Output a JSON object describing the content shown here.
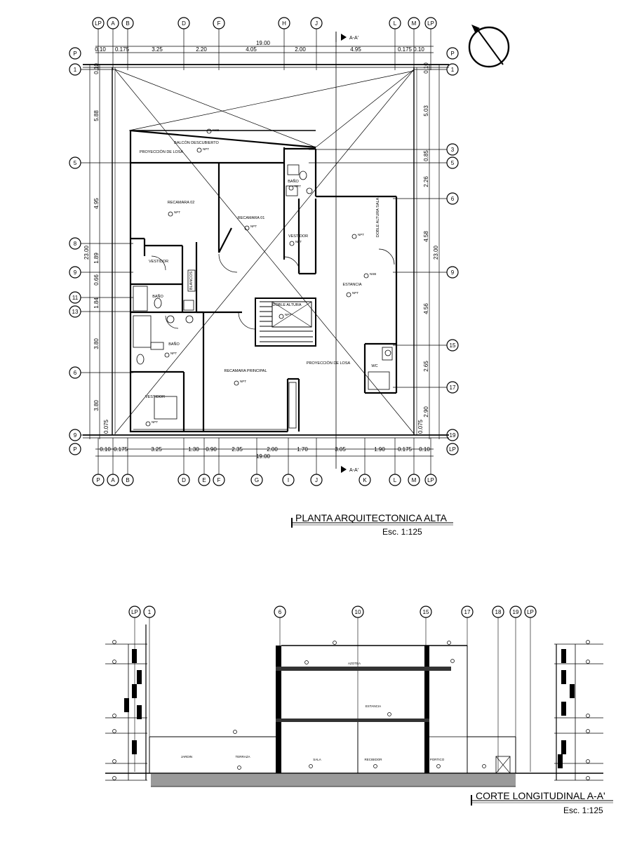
{
  "plan": {
    "title": "PLANTA ARQUITECTONICA ALTA",
    "scale": "Esc. 1:125",
    "section_marker": "A-A'",
    "overall_width": "19.00",
    "overall_depth": "23.00",
    "top_axes": [
      "LP",
      "A",
      "B",
      "D",
      "F",
      "H",
      "J",
      "L",
      "M",
      "LP"
    ],
    "bottom_axes": [
      "P",
      "A",
      "B",
      "D",
      "E",
      "F",
      "G",
      "I",
      "J",
      "K",
      "L",
      "M",
      "LP"
    ],
    "left_axes": [
      "P",
      "1",
      "5",
      "8",
      "9",
      "11",
      "13",
      "6",
      "9",
      "P"
    ],
    "right_axes": [
      "P",
      "1",
      "3",
      "5",
      "6",
      "9",
      "15",
      "17",
      "19",
      "LP"
    ],
    "top_dims": [
      "0.10",
      "0.175",
      "3.25",
      "2.20",
      "4.05",
      "2.00",
      "4.95",
      "0.175",
      "0.10"
    ],
    "bottom_dims": [
      "0.10",
      "0.175",
      "3.25",
      "1.30",
      "0.90",
      "2.35",
      "2.00",
      "1.70",
      "3.05",
      "1.90",
      "0.175",
      "0.10"
    ],
    "left_dims": [
      "0.10",
      "5.88",
      "4.95",
      "1.89",
      "0.66",
      "1.84",
      "3.80",
      "3.80",
      "0.075"
    ],
    "right_dims": [
      "0.10",
      "5.03",
      "0.85",
      "2.26",
      "4.58",
      "4.56",
      "2.65",
      "2.90",
      "0.075"
    ],
    "rooms": {
      "balcony": "BALCÓN DESCUBIERTO",
      "slab_projection": "PROYECCIÓN DE LOSA",
      "bedroom2": "RECAMARA 02",
      "bedroom1": "RECAMARA 01",
      "bath_top": "BAÑO",
      "closet_r1": "VESTIDOR",
      "double_height_room": "DOBLE ALTURA SALA",
      "closet_left": "VESTIDOR",
      "linens": "BLANCOS",
      "bath_small": "BAÑO",
      "stair_void": "DOBLE ALTURA",
      "family_room": "ESTANCIA",
      "bath_master": "BAÑO",
      "master_bedroom": "RECAMARA PRINCIPAL",
      "slab_projection_2": "PROYECCIÓN DE LOSA",
      "wc": "WC",
      "closet_master": "VESTIDOR"
    },
    "level_tag": "NPT",
    "level_tag_balcony": "NSB"
  },
  "section": {
    "title": "CORTE LONGITUDINAL A-A'",
    "scale": "Esc. 1:125",
    "axes": [
      "LP",
      "1",
      "6",
      "10",
      "15",
      "17",
      "18",
      "19",
      "LP"
    ],
    "labels": {
      "roof": "AZOTEA",
      "family_room": "ESTANCIA",
      "garden": "JARDIN",
      "terrace": "TERRAZA",
      "living": "SALA",
      "receiver": "RECIBIDOR",
      "porch": "PORTICO"
    }
  }
}
